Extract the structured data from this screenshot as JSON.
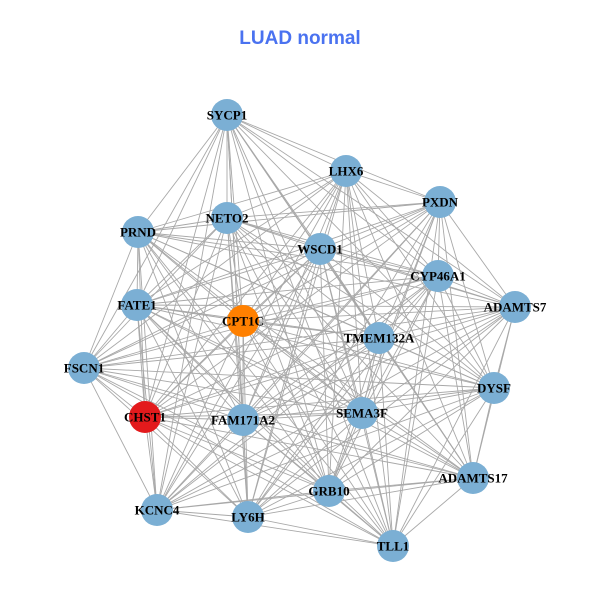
{
  "title": "LUAD normal",
  "colors": {
    "title": "#4a72f0",
    "node": "#7bafd4",
    "edge": "#a8a8a8",
    "highlight_orange": "#ff8000",
    "highlight_red": "#e31a1c"
  },
  "nodes": [
    {
      "label": "SYCP1",
      "color": "node"
    },
    {
      "label": "LHX6",
      "color": "node"
    },
    {
      "label": "PXDN",
      "color": "node"
    },
    {
      "label": "NETO2",
      "color": "node"
    },
    {
      "label": "PRND",
      "color": "node"
    },
    {
      "label": "WSCD1",
      "color": "node"
    },
    {
      "label": "CYP46A1",
      "color": "node"
    },
    {
      "label": "ADAMTS7",
      "color": "node"
    },
    {
      "label": "FATE1",
      "color": "node"
    },
    {
      "label": "CPT1C",
      "color": "highlight_orange"
    },
    {
      "label": "TMEM132A",
      "color": "node"
    },
    {
      "label": "FSCN1",
      "color": "node"
    },
    {
      "label": "DYSF",
      "color": "node"
    },
    {
      "label": "CHST1",
      "color": "highlight_red"
    },
    {
      "label": "FAM171A2",
      "color": "node"
    },
    {
      "label": "SEMA3F",
      "color": "node"
    },
    {
      "label": "ADAMTS17",
      "color": "node"
    },
    {
      "label": "GRB10",
      "color": "node"
    },
    {
      "label": "KCNC4",
      "color": "node"
    },
    {
      "label": "LY6H",
      "color": "node"
    },
    {
      "label": "TLL1",
      "color": "node"
    }
  ]
}
